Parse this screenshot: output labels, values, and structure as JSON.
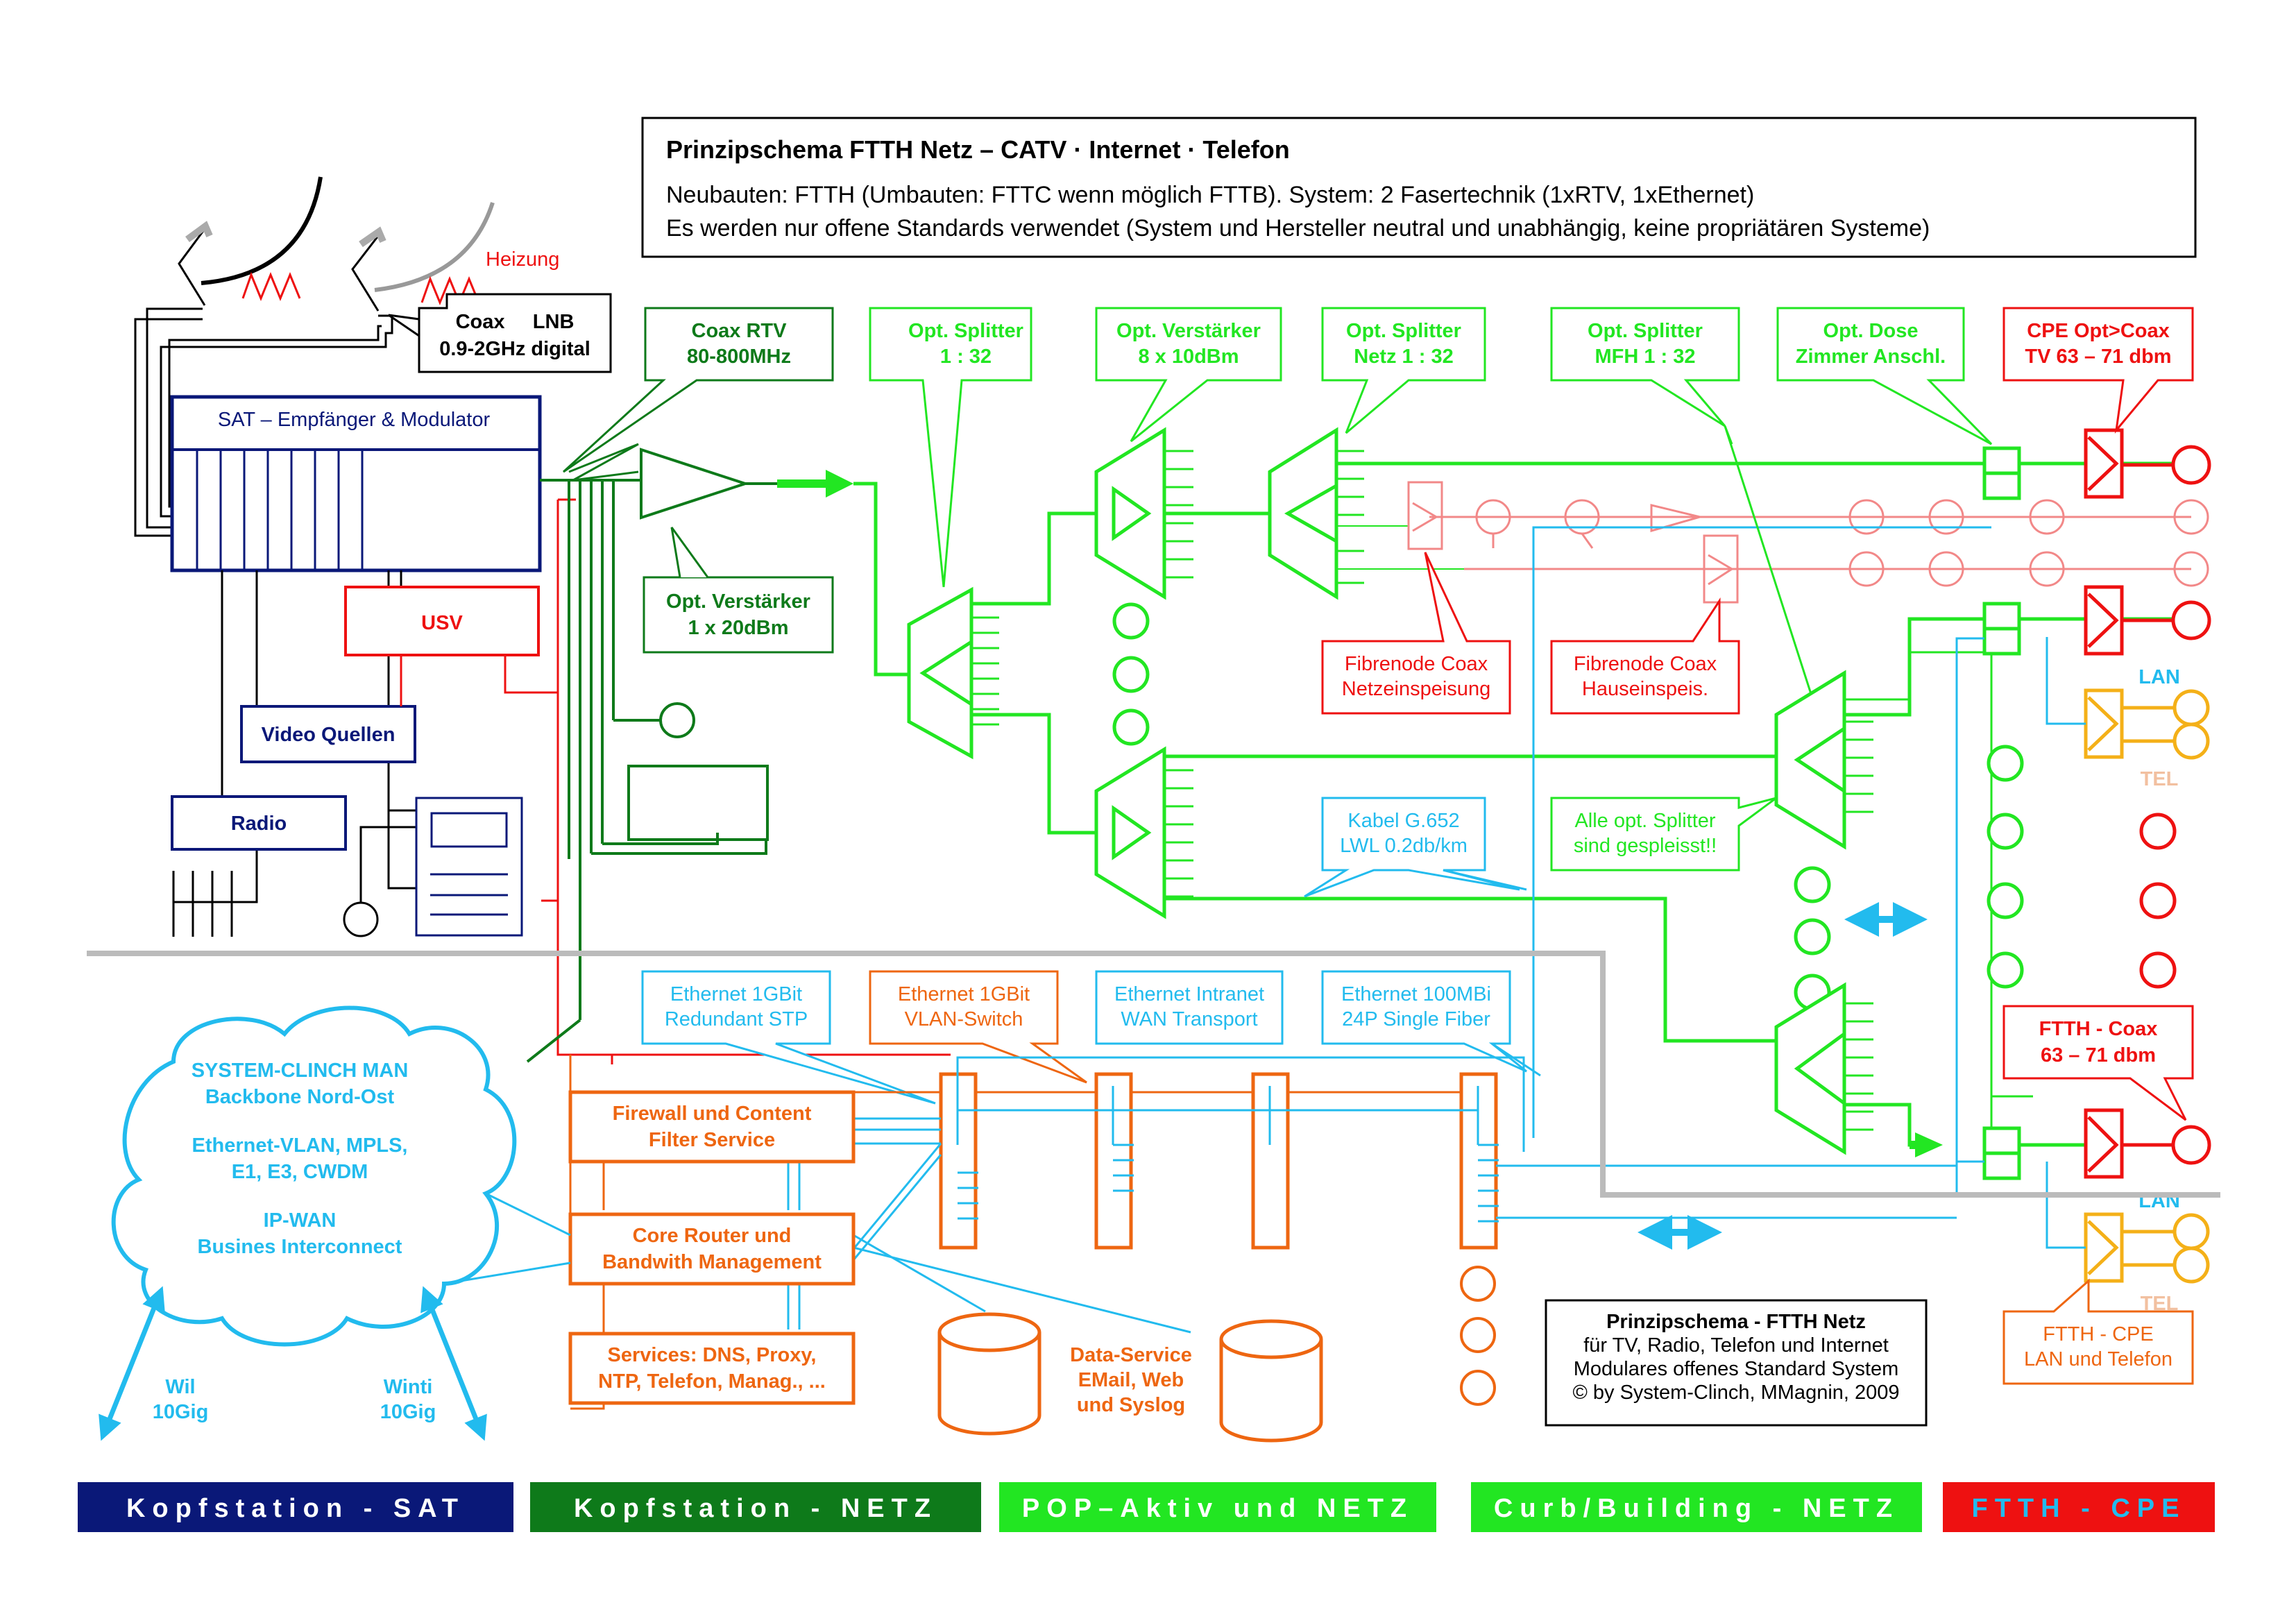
{
  "header": {
    "title": "Prinzipschema FTTH Netz  –  CATV · Internet · Telefon",
    "line1": "Neubauten: FTTH  (Umbauten: FTTC wenn möglich FTTB). System: 2 Fasertechnik (1xRTV, 1xEthernet)",
    "line2": "Es werden nur offene Standards verwendet (System und Hersteller neutral und unabhängig, keine propriätären Systeme)"
  },
  "colors": {
    "navy": "#0a1878",
    "dark_green": "#0e7a1a",
    "green": "#22e622",
    "red": "#ee1111",
    "cyan": "#22bbee",
    "orange": "#ee6611",
    "amber": "#f4b018",
    "gray": "#bbbbbb",
    "black": "#000000"
  },
  "sat": {
    "heizung": "Heizung",
    "lnb_line1": "Coax     LNB",
    "lnb_line2": "0.9-2GHz digital",
    "receiver": "SAT – Empfänger & Modulator",
    "usv": "USV",
    "video": "Video Quellen",
    "radio": "Radio"
  },
  "catv": {
    "coax_rtv_1": "Coax RTV",
    "coax_rtv_2": "80-800MHz",
    "amp1_1": "Opt. Verstärker",
    "amp1_2": "1 x 20dBm",
    "splitter1_1": "Opt. Splitter",
    "splitter1_2": "1 : 32",
    "amp8_1": "Opt. Verstärker",
    "amp8_2": "8 x 10dBm",
    "splitter_netz_1": "Opt. Splitter",
    "splitter_netz_2": "Netz  1 : 32",
    "splitter_mfh_1": "Opt. Splitter",
    "splitter_mfh_2": "MFH  1 : 32",
    "dose_1": "Opt. Dose",
    "dose_2": "Zimmer Anschl.",
    "cpe_1": "CPE Opt>Coax",
    "cpe_2": "TV 63 – 71 dbm",
    "fibrenode1_1": "Fibrenode Coax",
    "fibrenode1_2": "Netzeinspeisung",
    "fibrenode2_1": "Fibrenode Coax",
    "fibrenode2_2": "Hauseinspeis.",
    "kabel_1": "Kabel G.652",
    "kabel_2": "LWL 0.2db/km",
    "spleiss_1": "Alle opt. Splitter",
    "spleiss_2": "sind gespleisst!!",
    "lan": "LAN",
    "tel": "TEL"
  },
  "ethernet": {
    "e1_1": "Ethernet 1GBit",
    "e1_2": "Redundant STP",
    "e2_1": "Ethernet 1GBit",
    "e2_2": "VLAN-Switch",
    "e3_1": "Ethernet Intranet",
    "e3_2": "WAN Transport",
    "e4_1": "Ethernet 100MBi",
    "e4_2": "24P Single Fiber",
    "firewall_1": "Firewall und Content",
    "firewall_2": "Filter Service",
    "router_1": "Core Router und",
    "router_2": "Bandwith Management",
    "services_1": "Services:  DNS, Proxy,",
    "services_2": "NTP, Telefon, Manag., ...",
    "data_1": "Data-Service",
    "data_2": "EMail, Web",
    "data_3": "und Syslog",
    "ftth_coax_1": "FTTH - Coax",
    "ftth_coax_2": "63 – 71 dbm",
    "ftth_cpe_1": "FTTH - CPE",
    "ftth_cpe_2": "LAN und Telefon",
    "lan": "LAN",
    "tel": "TEL"
  },
  "cloud": {
    "l1": "SYSTEM-CLINCH MAN",
    "l2": "Backbone Nord-Ost",
    "l3": "Ethernet-VLAN, MPLS,",
    "l4": "E1, E3, CWDM",
    "l5": "IP-WAN",
    "l6": "Busines Interconnect",
    "wil_1": "Wil",
    "wil_2": "10Gig",
    "winti_1": "Winti",
    "winti_2": "10Gig"
  },
  "info": {
    "title": "Prinzipschema - FTTH Netz",
    "l1": "für TV, Radio, Telefon und Internet",
    "l2": "Modulares offenes Standard System",
    "l3": "© by System-Clinch, MMagnin, 2009"
  },
  "bands": [
    {
      "label": "Kopfstation - SAT",
      "color": "#0a1878"
    },
    {
      "label": "Kopfstation - NETZ",
      "color": "#0e7a1a"
    },
    {
      "label": "POP–Aktiv  und NETZ",
      "color": "#22e622"
    },
    {
      "label": "Curb/Building  - NETZ",
      "color": "#22e622"
    },
    {
      "label": "FTTH - CPE",
      "color": "#ee1111"
    }
  ]
}
